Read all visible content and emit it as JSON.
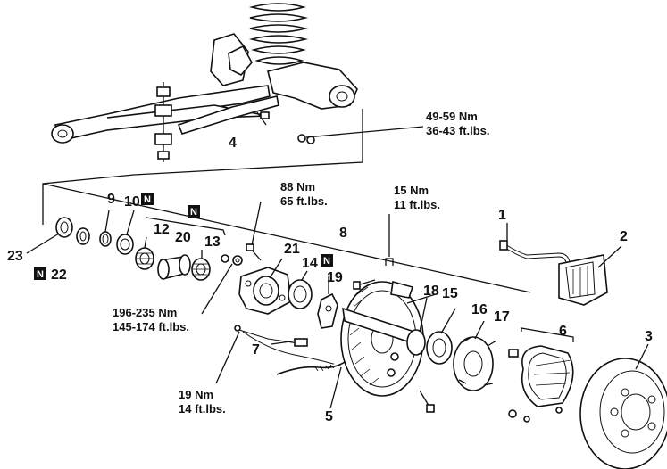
{
  "labels": {
    "p1": "1",
    "p2": "2",
    "p3": "3",
    "p4": "4",
    "p5": "5",
    "p6": "6",
    "p7": "7",
    "p8": "8",
    "p9": "9",
    "p10": "10",
    "p12": "12",
    "p13": "13",
    "p14": "14",
    "p15": "15",
    "p16": "16",
    "p17": "17",
    "p18": "18",
    "p19": "19",
    "p20": "20",
    "p21": "21",
    "p22": "22",
    "p23": "23"
  },
  "new_part_marker": "N",
  "torque_specs": {
    "spec_49_59_nm": "49-59 Nm",
    "spec_36_43_ftlbs": "36-43 ft.lbs.",
    "spec_88_nm": "88  Nm",
    "spec_65_ftlbs": "65  ft.lbs.",
    "spec_15_nm": "15  Nm",
    "spec_11_ftlbs": "11  ft.lbs.",
    "spec_196_235_nm": "196-235  Nm",
    "spec_145_174_ftlbs": "145-174  ft.lbs.",
    "spec_19_nm": "19  Nm",
    "spec_14_ftlbs": "14  ft.lbs."
  },
  "colors": {
    "ink": "#111111",
    "background": "#ffffff"
  }
}
